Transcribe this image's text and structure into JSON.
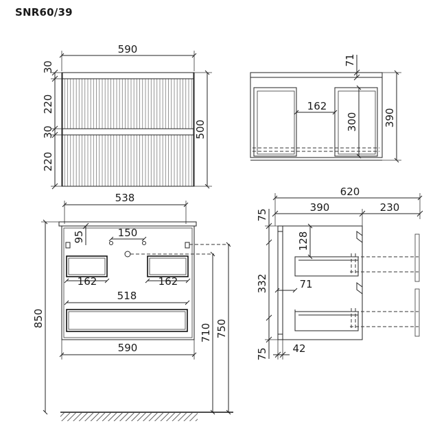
{
  "model_code": "SNR60/39",
  "views": {
    "front_top": {
      "width_total": "590",
      "height_total": "500",
      "top_gap_1": "30",
      "drawer_height_1": "220",
      "gap_2": "30",
      "drawer_height_2": "220"
    },
    "side_top": {
      "top_thickness": "71",
      "inner_distance": "162",
      "inner_height": "300",
      "total_depth": "390"
    },
    "interior": {
      "outer_width": "538",
      "hole_offset": "95",
      "hole_spacing": "150",
      "left_cutout": "162",
      "right_cutout": "162",
      "drawer_width": "518",
      "bottom_width": "590",
      "height_to_drain": "710",
      "height_to_top": "750",
      "mount_height": "850"
    },
    "side_section": {
      "overall_depth": "620",
      "body_depth": "390",
      "extension": "230",
      "top_offset": "75",
      "cutout_height": "128",
      "drawer_spacing": "332",
      "back_offset": "71",
      "bottom_offset": "75",
      "front_offset": "42"
    }
  }
}
